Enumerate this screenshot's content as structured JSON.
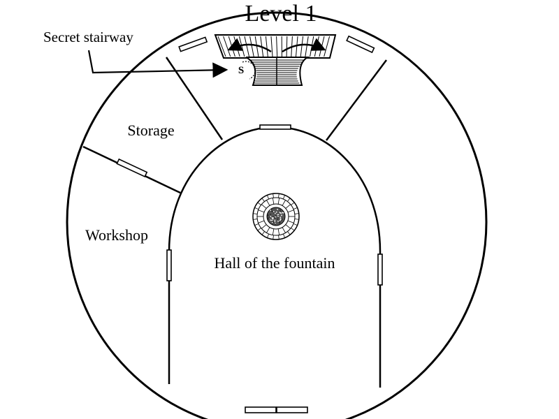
{
  "map": {
    "title": "Level 1",
    "rooms": {
      "storage": "Storage",
      "workshop": "Workshop",
      "hall": "Hall of the fountain"
    },
    "annotations": {
      "secret_stairway": "Secret stairway",
      "secret_marker": "S"
    }
  }
}
